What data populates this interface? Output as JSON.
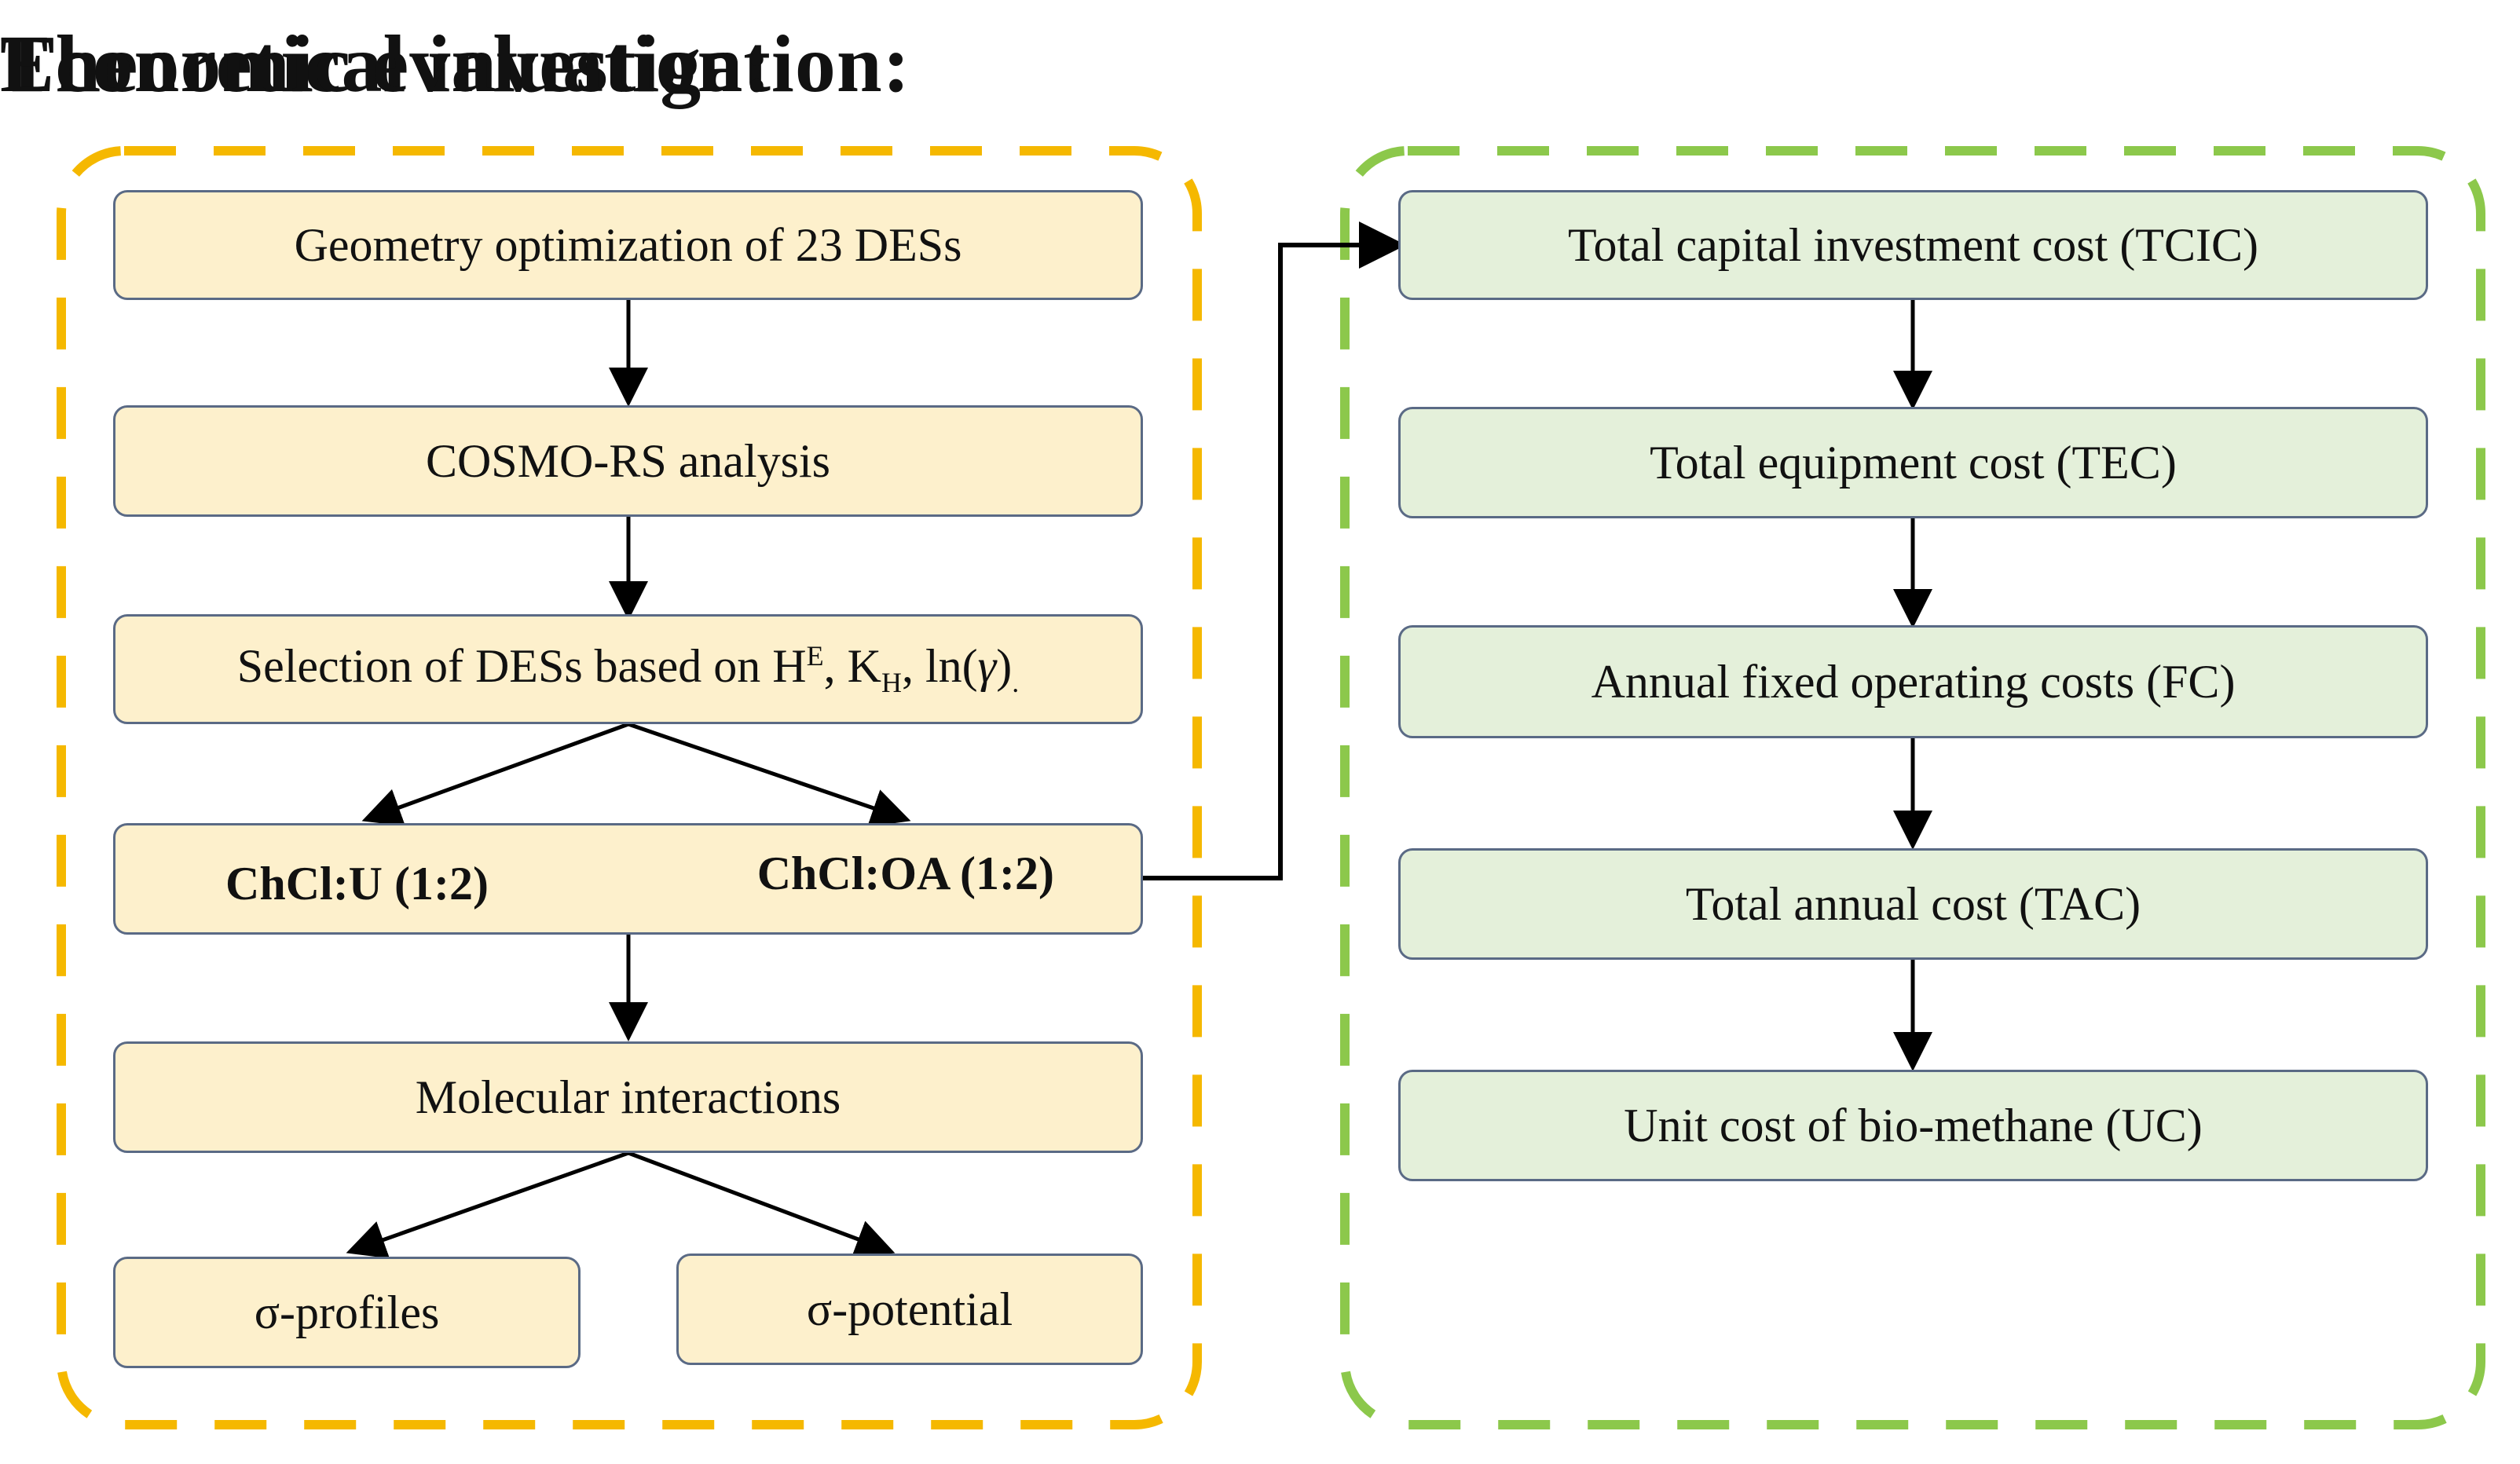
{
  "sections": {
    "left_title": "Theoretical investigation:",
    "right_title": "Economic evaluation:",
    "left_border_color": "#f5b800",
    "right_border_color": "#8cc84b"
  },
  "left_nodes": {
    "geometry": "Geometry optimization  of 23 DESs",
    "cosmo": "COSMO-RS analysis",
    "selection": {
      "prefix": "Selection of DESs based on H",
      "he_sup": "E",
      "kh_text": ", K",
      "kh_sub": "H",
      "ln_text": ", ln(",
      "gamma": "γ",
      "close": ")",
      "trail": "."
    },
    "chcl_u": "ChCl:U (1:2)",
    "chcl_oa": "ChCl:OA (1:2)",
    "molecular": "Molecular interactions",
    "sigma_profiles": "σ-profiles",
    "sigma_potential": "σ-potential"
  },
  "right_nodes": {
    "tcic": "Total capital investment cost (TCIC)",
    "tec": "Total equipment cost (TEC)",
    "fc": "Annual fixed operating costs (FC)",
    "tac": "Total annual cost (TAC)",
    "uc": "Unit cost of bio-methane (UC)"
  },
  "colors": {
    "yellow_fill": "#fdf0cc",
    "green_fill": "#e4f0da",
    "node_border": "#5a6a85",
    "arrow": "#000000"
  }
}
